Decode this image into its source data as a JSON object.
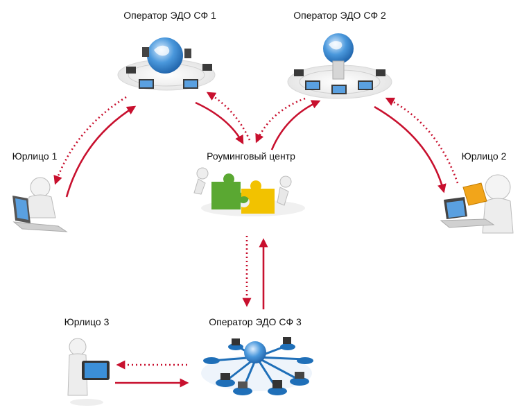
{
  "nodes": {
    "operator1": {
      "label": "Оператор ЭДО СФ 1",
      "icon": "server-network-globe-icon"
    },
    "operator2": {
      "label": "Оператор ЭДО СФ 2",
      "icon": "server-network-globe-icon"
    },
    "roaming": {
      "label": "Роуминговый центр",
      "icon": "puzzle-figures-icon"
    },
    "operator3": {
      "label": "Оператор ЭДО СФ 3",
      "icon": "star-network-globe-icon"
    },
    "entity1": {
      "label": "Юрлицо 1",
      "icon": "person-laptop-icon"
    },
    "entity2": {
      "label": "Юрлицо 2",
      "icon": "person-laptop-envelope-icon"
    },
    "entity3": {
      "label": "Юрлицо 3",
      "icon": "person-tablet-icon"
    }
  },
  "colors": {
    "arrow": "#c8102e",
    "globe": "#2f7fc8",
    "puzzle_green": "#5aa832",
    "puzzle_yellow": "#f2c200",
    "network_blue": "#1f6fb8"
  },
  "legend": {
    "solid_arrow": "solid",
    "dotted_arrow": "dotted"
  }
}
